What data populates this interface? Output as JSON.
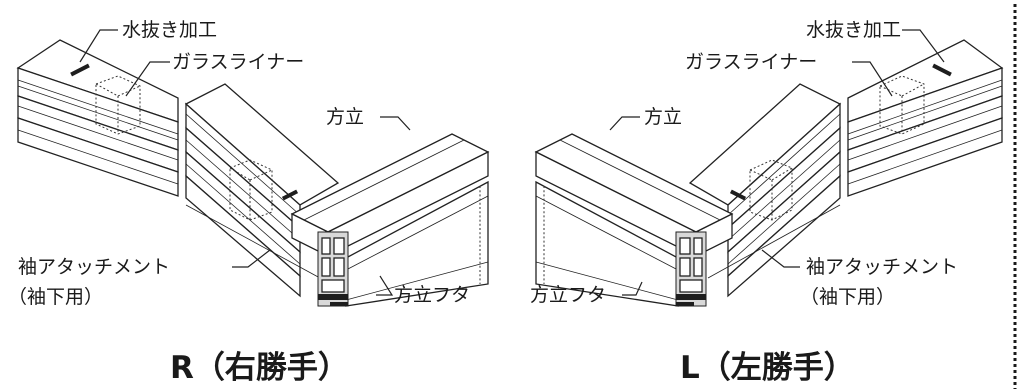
{
  "left_figure": {
    "label_mizunuki": "水抜き加工",
    "label_glass_liner": "ガラスライナー",
    "label_houdate": "方立",
    "label_sode_attachment": "袖アタッチメント",
    "label_sode_attachment_sub": "（袖下用）",
    "label_houdate_futa": "方立フタ",
    "caption": "R（右勝手）"
  },
  "right_figure": {
    "label_mizunuki": "水抜き加工",
    "label_glass_liner": "ガラスライナー",
    "label_houdate": "方立",
    "label_sode_attachment": "袖アタッチメント",
    "label_sode_attachment_sub": "（袖下用）",
    "label_houdate_futa": "方立フタ",
    "caption": "L（左勝手）"
  }
}
